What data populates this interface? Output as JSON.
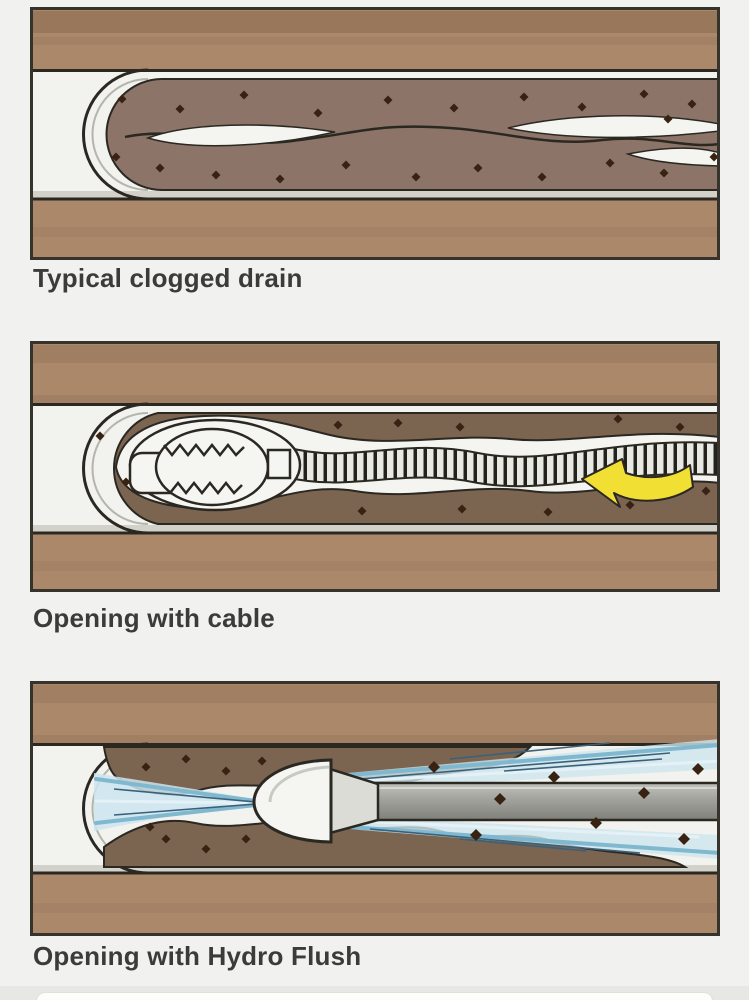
{
  "page": {
    "background": "#f1f1ef"
  },
  "colors": {
    "page_bg": "#f1f1ef",
    "soil": "#ab886a",
    "soil_dark": "#7c5e47",
    "pipe_wall": "#f2f2ee",
    "pipe_shade": "#d2d2cb",
    "outline": "#2b2822",
    "frame_border": "#35332c",
    "clog_light": "#8c7568",
    "clog_dark": "#7b6551",
    "gap_white": "#f4f4f0",
    "debris": "#382313",
    "arrow_yellow": "#f2df33",
    "water_light": "#cde5ee",
    "water_mid": "#7fb8cf",
    "water_dark": "#3a617a",
    "nozzle_white": "#f5f5f1",
    "caption_text": "#3b3b39"
  },
  "figures": [
    {
      "id": "clogged-drain",
      "caption": "Typical clogged drain"
    },
    {
      "id": "cable-cleaning",
      "caption": "Opening with cable"
    },
    {
      "id": "hydro-flush",
      "caption": "Opening with Hydro Flush"
    }
  ],
  "icons": {
    "rotation_arrow": "curved-arrow-left"
  }
}
